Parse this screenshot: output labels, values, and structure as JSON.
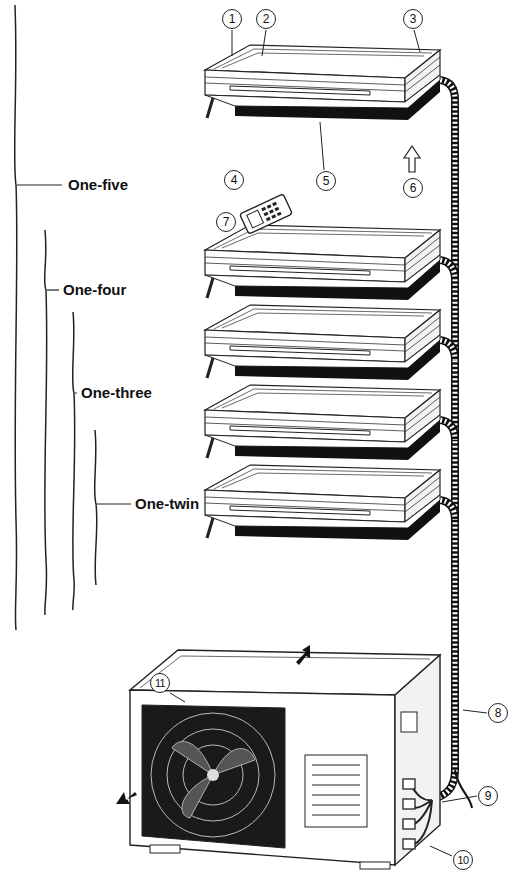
{
  "diagram": {
    "labels": [
      "One-five",
      "One-four",
      "One-three",
      "One-twin",
      "1",
      "2",
      "3",
      "4",
      "5",
      "6",
      "7",
      "8",
      "9",
      "10",
      "11"
    ]
  }
}
